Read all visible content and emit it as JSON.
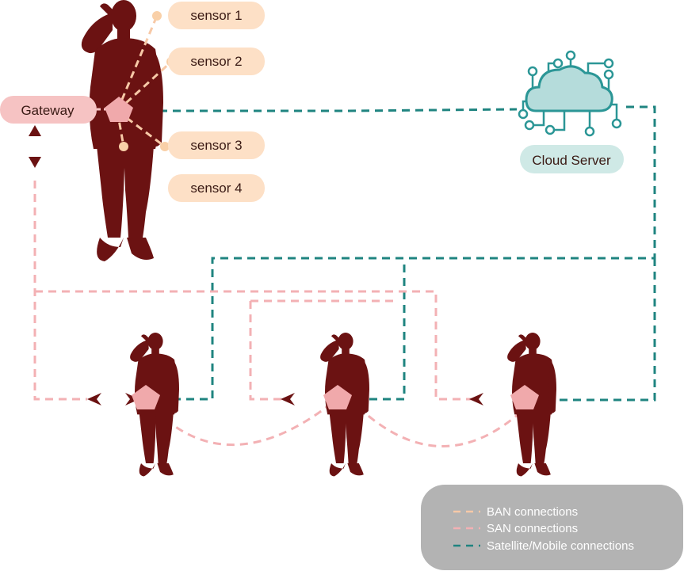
{
  "sensors": [
    {
      "label": "sensor 1"
    },
    {
      "label": "sensor 2"
    },
    {
      "label": "sensor 3"
    },
    {
      "label": "sensor 4"
    }
  ],
  "gateway": {
    "label": "Gateway"
  },
  "cloud": {
    "label": "Cloud Server",
    "icon": "cloud-circuit-icon"
  },
  "legend": {
    "items": [
      {
        "label": "BAN connections",
        "color": "#f7c9a7"
      },
      {
        "label": "SAN connections",
        "color": "#f3b1b4"
      },
      {
        "label": "Satellite/Mobile connections",
        "color": "#1f8480"
      }
    ]
  },
  "colors": {
    "soldier": "#6b1212",
    "sensor_pill": "#fde0c6",
    "sensor_dot": "#f9d0a8",
    "gateway_pill": "#f6c3c3",
    "node_pentagon": "#f0a9ab",
    "ban_line": "#f7c9a7",
    "san_line": "#f3b1b4",
    "satellite_line": "#1f8480",
    "cloud_fill": "#b5dcdb",
    "cloud_stroke": "#2b9696",
    "cloud_pill": "#cfe9e6",
    "legend_bg": "#b3b3b3"
  }
}
